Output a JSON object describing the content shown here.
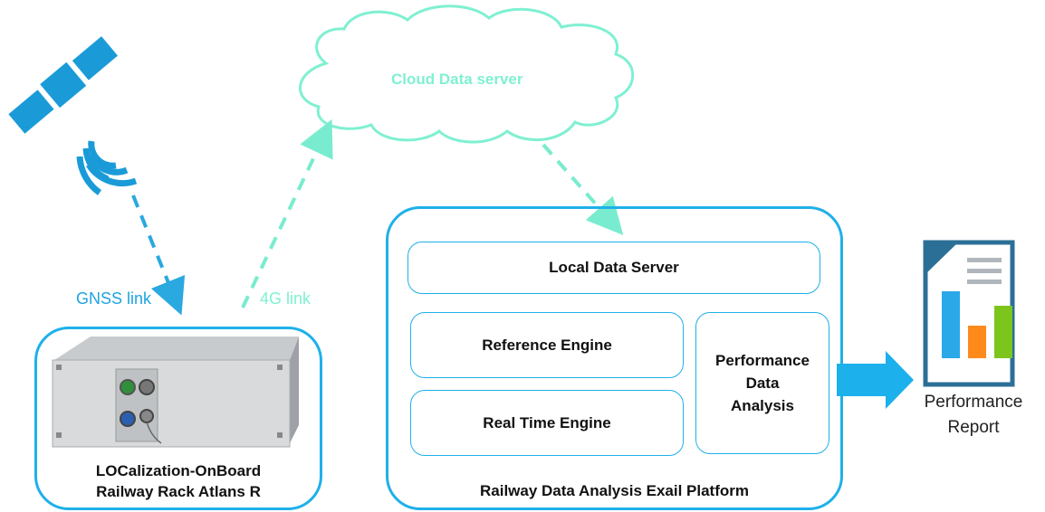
{
  "cloud": {
    "label": "Cloud Data server"
  },
  "links": {
    "gnss": "GNSS link",
    "fourg": "4G link"
  },
  "onboard": {
    "line1": "LOCalization-OnBoard",
    "line2": "Railway Rack Atlans R"
  },
  "platform": {
    "title": "Railway Data Analysis Exail Platform",
    "local_server": "Local Data Server",
    "reference_engine": "Reference Engine",
    "real_time_engine": "Real Time Engine",
    "perf_line1": "Performance",
    "perf_line2": "Data",
    "perf_line3": "Analysis"
  },
  "report": {
    "line1": "Performance",
    "line2": "Report"
  },
  "colors": {
    "blue": "#1fb0e9",
    "cloud": "#7ff0d2",
    "dashed_blue": "#2aa8e0",
    "dashed_green": "#79eccf",
    "report_frame": "#2c6f96",
    "bar_blue": "#2aa8e8",
    "bar_orange": "#ff8a1c",
    "bar_green": "#7cc51c"
  }
}
